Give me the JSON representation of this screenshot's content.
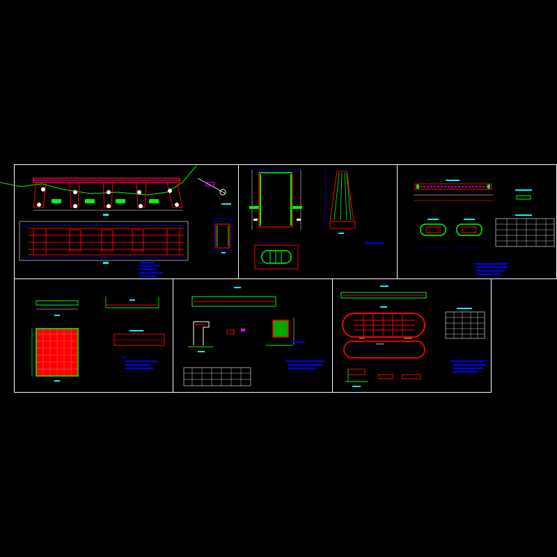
{
  "drawing": {
    "background": "#000000",
    "sheet_border_color": "#ffffff",
    "sheets": [
      {
        "id": "sheet-1",
        "content": "bridge-elevation-and-plan"
      },
      {
        "id": "sheet-2",
        "content": "pier-elevation"
      },
      {
        "id": "sheet-3",
        "content": "beam-detail-and-table"
      },
      {
        "id": "sheet-4",
        "content": "slab-reinforcement"
      },
      {
        "id": "sheet-5",
        "content": "girder-section-details"
      },
      {
        "id": "sheet-6",
        "content": "pile-cap-reinforcement"
      }
    ]
  },
  "colors": {
    "concrete": "#ff0000",
    "rebar": "#00ff00",
    "dimension": "#0000ff",
    "text": "#ffffff",
    "highlight": "#ff00ff",
    "hatch": "#ffff00",
    "cyan": "#00ffff"
  }
}
